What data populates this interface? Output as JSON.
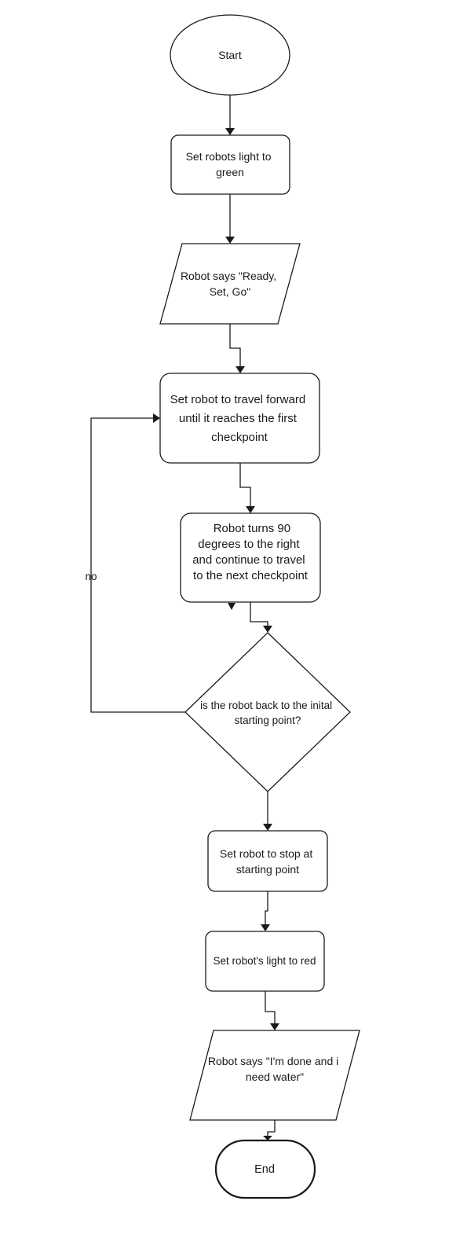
{
  "nodes": [
    {
      "id": "start",
      "lines": [
        "Start"
      ]
    },
    {
      "id": "set-light-green",
      "lines": [
        "Set robots light to",
        "green"
      ]
    },
    {
      "id": "say-ready",
      "lines": [
        "Robot says \"Ready,",
        "Set, Go\""
      ]
    },
    {
      "id": "travel-forward",
      "lines": [
        "Set robot to travel forward",
        "until it reaches the first",
        "checkpoint"
      ]
    },
    {
      "id": "turn-right",
      "lines": [
        "Robot turns 90",
        "degrees to the right",
        "and continue to travel",
        "to the next checkpoint"
      ]
    },
    {
      "id": "decision-back",
      "lines": [
        "is the robot back to the inital",
        "starting point?"
      ]
    },
    {
      "id": "stop-start",
      "lines": [
        "Set robot to stop at",
        "starting point"
      ]
    },
    {
      "id": "set-light-red",
      "lines": [
        "Set robot's light to red"
      ]
    },
    {
      "id": "say-done",
      "lines": [
        "Robot says \"I'm done and i",
        "need water\""
      ]
    },
    {
      "id": "end",
      "lines": [
        "End"
      ]
    }
  ],
  "edges": [
    {
      "from": "start",
      "to": "set-light-green",
      "label": ""
    },
    {
      "from": "set-light-green",
      "to": "say-ready",
      "label": ""
    },
    {
      "from": "say-ready",
      "to": "travel-forward",
      "label": ""
    },
    {
      "from": "travel-forward",
      "to": "turn-right",
      "label": ""
    },
    {
      "from": "turn-right",
      "to": "decision-back",
      "label": ""
    },
    {
      "from": "decision-back",
      "to": "travel-forward",
      "label": "no"
    },
    {
      "from": "decision-back",
      "to": "stop-start",
      "label": ""
    },
    {
      "from": "stop-start",
      "to": "set-light-red",
      "label": ""
    },
    {
      "from": "set-light-red",
      "to": "say-done",
      "label": ""
    },
    {
      "from": "say-done",
      "to": "end",
      "label": ""
    }
  ]
}
